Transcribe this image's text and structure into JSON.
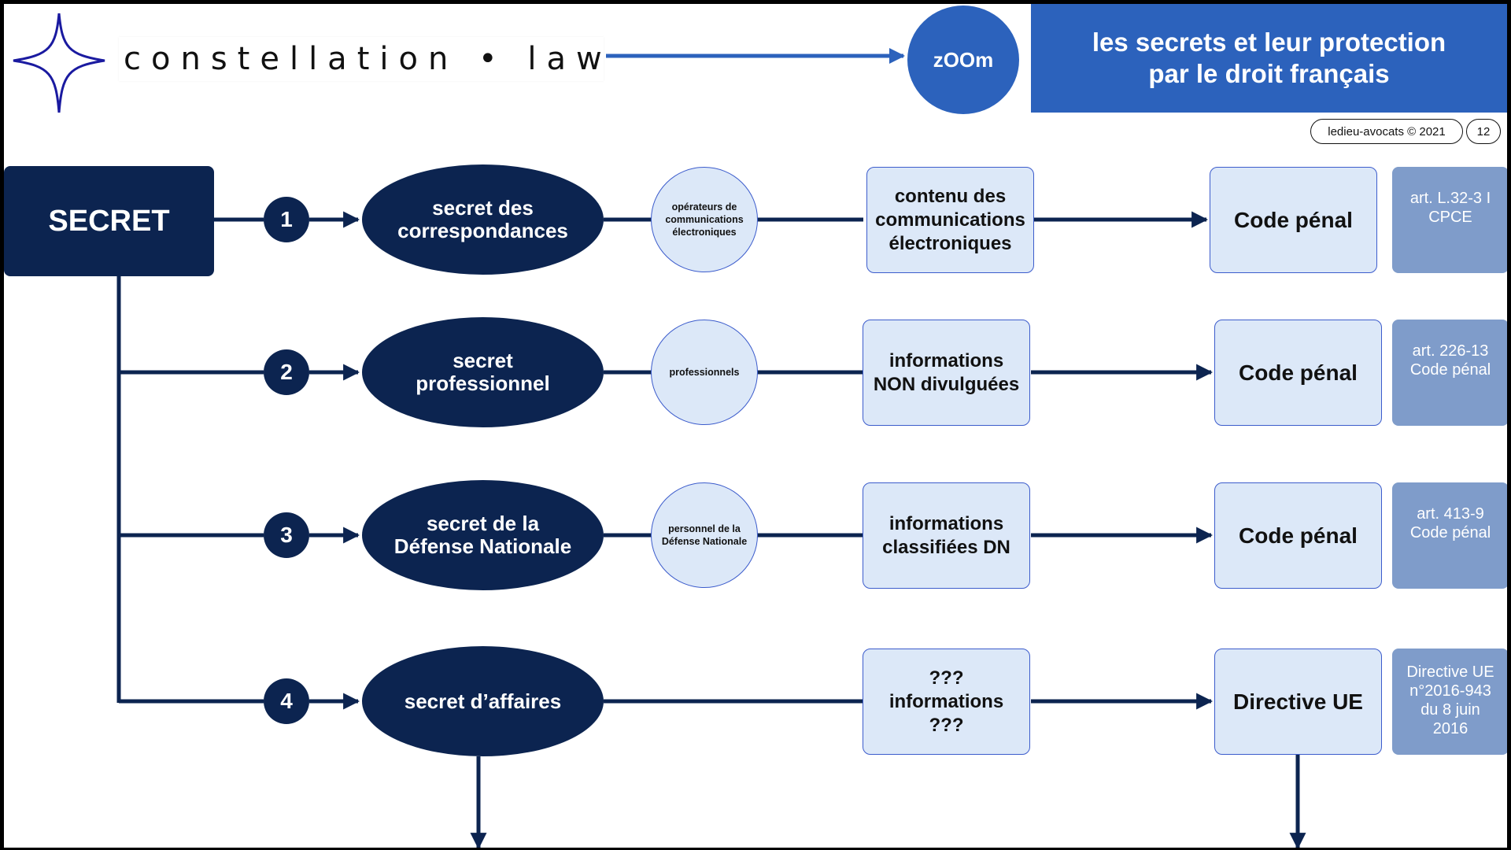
{
  "header": {
    "brand": "constellation • law",
    "zoom_label": "zOOm",
    "title_lines": [
      "les secrets et leur protection",
      "par le droit français"
    ],
    "credit": "ledieu-avocats © 2021",
    "page_number": "12"
  },
  "colors": {
    "navy": "#0c2450",
    "accent_blue": "#2c62bc",
    "light_box": "#dce8f8",
    "article_box": "#7f9cca"
  },
  "root": {
    "label": "SECRET"
  },
  "rows": [
    {
      "number": "1",
      "secret_lines": [
        "secret des",
        "correspondances"
      ],
      "actor_lines": [
        "opérateurs de",
        "communications",
        "électroniques"
      ],
      "info_lines": [
        "contenu des",
        "communications",
        "électroniques"
      ],
      "code": "Code pénal",
      "article_lines": [
        "art. L.32-3 I",
        "CPCE"
      ]
    },
    {
      "number": "2",
      "secret_lines": [
        "secret",
        "professionnel"
      ],
      "actor_lines": [
        "professionnels"
      ],
      "info_lines": [
        "informations",
        "NON divulguées"
      ],
      "code": "Code pénal",
      "article_lines": [
        "art. 226-13",
        "Code pénal"
      ]
    },
    {
      "number": "3",
      "secret_lines": [
        "secret de la",
        "Défense Nationale"
      ],
      "actor_lines": [
        "personnel de la",
        "Défense Nationale"
      ],
      "info_lines": [
        "informations",
        "classifiées DN"
      ],
      "code": "Code pénal",
      "article_lines": [
        "art. 413-9",
        "Code pénal"
      ]
    },
    {
      "number": "4",
      "secret_lines": [
        "secret d’affaires"
      ],
      "actor_lines": [],
      "info_lines": [
        "???",
        "informations",
        "???"
      ],
      "code": "Directive UE",
      "article_lines": [
        "Directive UE",
        "n°2016-943",
        "du 8 juin",
        "2016"
      ]
    }
  ]
}
